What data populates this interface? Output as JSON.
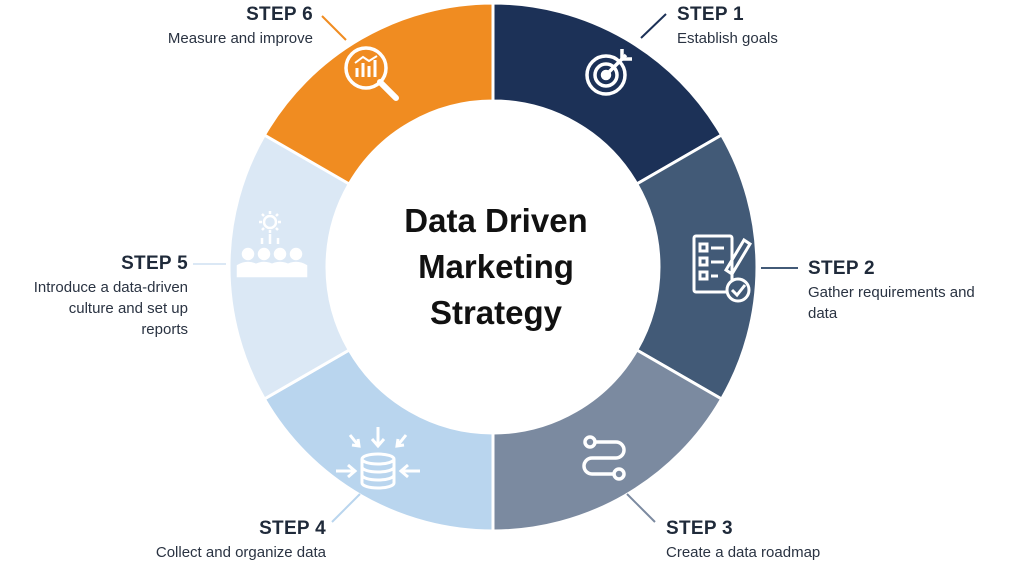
{
  "title": "Data Driven Marketing Strategy",
  "title_lines": [
    "Data Driven",
    "Marketing",
    "Strategy"
  ],
  "steps": [
    {
      "step": "STEP 1",
      "desc": "Establish goals",
      "color": "#1c3157",
      "icon": "target-icon"
    },
    {
      "step": "STEP 2",
      "desc": "Gather requirements and data",
      "desc_lines": [
        "Gather requirements and",
        "data"
      ],
      "color": "#425a77",
      "icon": "checklist-icon"
    },
    {
      "step": "STEP 3",
      "desc": "Create a data roadmap",
      "color": "#7b8aa0",
      "icon": "roadmap-icon"
    },
    {
      "step": "STEP 4",
      "desc": "Collect and organize data",
      "color": "#b9d5ee",
      "icon": "database-collect-icon"
    },
    {
      "step": "STEP 5",
      "desc": "Introduce a data-driven culture and set up reports",
      "desc_lines": [
        "Introduce a data-driven",
        "culture and set up",
        "reports"
      ],
      "color": "#dbe8f5",
      "icon": "team-gear-icon"
    },
    {
      "step": "STEP 6",
      "desc": "Measure and improve",
      "color": "#f08c21",
      "icon": "analytics-magnifier-icon"
    }
  ]
}
